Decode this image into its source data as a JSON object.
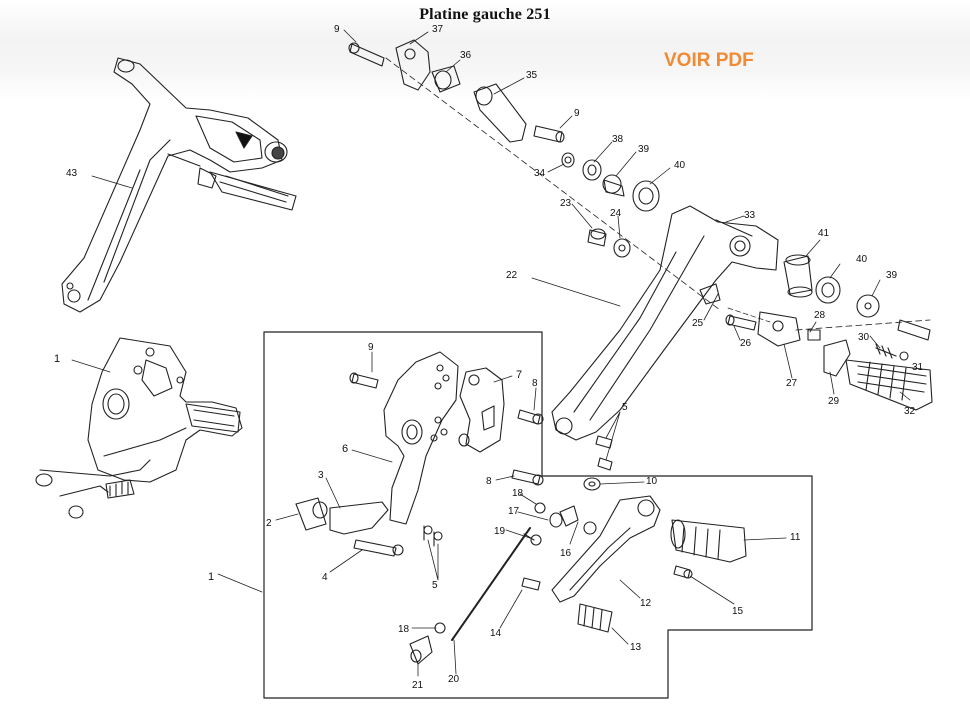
{
  "title": "Platine gauche 251",
  "link_label": "VOIR PDF",
  "colors": {
    "link": "#f08a33",
    "line": "#222222"
  },
  "callouts": {
    "c9a": "9",
    "c37": "37",
    "c36": "36",
    "c35": "35",
    "c9b": "9",
    "c38": "38",
    "c39a": "39",
    "c40a": "40",
    "c34": "34",
    "c23": "23",
    "c24": "24",
    "c33": "33",
    "c41": "41",
    "c40b": "40",
    "c39b": "39",
    "c43": "43",
    "c22": "22",
    "c25": "25",
    "c26": "26",
    "c28": "28",
    "c30": "30",
    "c31": "31",
    "c27": "27",
    "c29": "29",
    "c32": "32",
    "c1a": "1",
    "c9c": "9",
    "c7": "7",
    "c8a": "8",
    "c5a": "5",
    "c6": "6",
    "c8b": "8",
    "c10": "10",
    "c3": "3",
    "c2": "2",
    "c4": "4",
    "c5b": "5",
    "c18a": "18",
    "c17": "17",
    "c19": "19",
    "c16": "16",
    "c11": "11",
    "c1b": "1",
    "c12": "12",
    "c15": "15",
    "c14": "14",
    "c13": "13",
    "c18b": "18",
    "c20": "20",
    "c21": "21"
  }
}
